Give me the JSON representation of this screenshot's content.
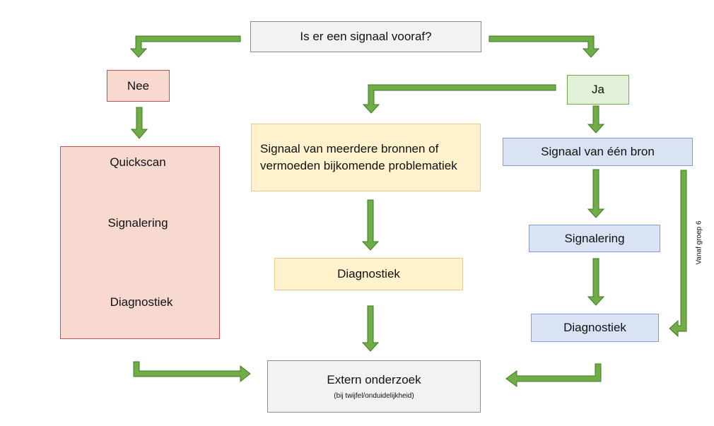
{
  "top_question": "Is er een signaal vooraf?",
  "left": {
    "answer": "Nee",
    "steps": [
      "Quickscan",
      "Signalering",
      "Diagnostiek"
    ]
  },
  "right": {
    "answer": "Ja",
    "single_source": "Signaal van één bron",
    "signalering": "Signalering",
    "diagnostiek": "Diagnostiek",
    "side_label": "Vanaf groep 6"
  },
  "middle": {
    "multi_source": "Signaal van meerdere bronnen of vermoeden bijkomende problematiek",
    "diagnostiek": "Diagnostiek"
  },
  "bottom": {
    "title": "Extern onderzoek",
    "subtitle": "(bij twijfel/onduidelijkheid)"
  },
  "colors": {
    "arrow": "#70ad47",
    "arrow_outline": "#3f7a27"
  }
}
